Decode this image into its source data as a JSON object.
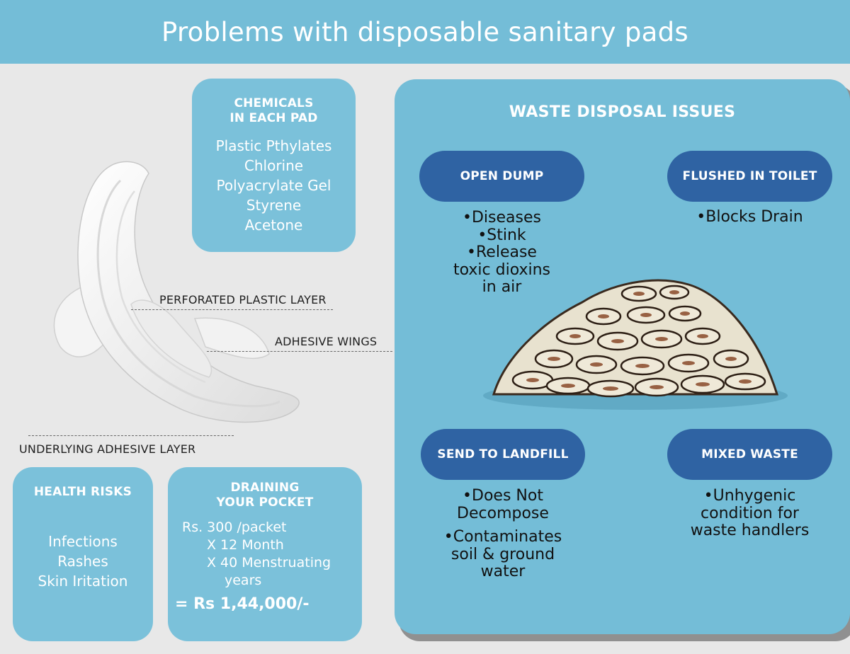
{
  "page": {
    "title": "Problems with disposable sanitary pads"
  },
  "chemicals": {
    "title_line1": "CHEMICALS",
    "title_line2": "IN EACH PAD",
    "items": [
      "Plastic Pthylates",
      "Chlorine",
      "Polyacrylate Gel",
      "Styrene",
      "Acetone"
    ]
  },
  "pad_labels": {
    "perforated": "PERFORATED PLASTIC LAYER",
    "wings": "ADHESIVE WINGS",
    "underlying": "UNDERLYING ADHESIVE LAYER"
  },
  "health": {
    "title": "HEALTH RISKS",
    "items": [
      "Infections",
      "Rashes",
      "Skin Iritation"
    ]
  },
  "pocket": {
    "title_line1": "DRAINING",
    "title_line2": "YOUR POCKET",
    "line1": "Rs. 300 /packet",
    "line2": "X 12 Month",
    "line3": "X 40 Menstruating",
    "line4": "years",
    "total": "= Rs 1,44,000/-"
  },
  "waste": {
    "title": "WASTE DISPOSAL ISSUES",
    "open_dump": {
      "label": "OPEN DUMP",
      "lines": [
        "•Diseases",
        "•Stink",
        "•Release",
        "toxic dioxins",
        "in air"
      ]
    },
    "flushed": {
      "label": "FLUSHED IN TOILET",
      "lines": [
        "•Blocks Drain"
      ]
    },
    "landfill": {
      "label": "SEND TO LANDFILL",
      "lines": [
        "•Does Not",
        "Decompose",
        "•Contaminates",
        "soil & ground",
        "water"
      ]
    },
    "mixed": {
      "label": "MIXED WASTE",
      "lines": [
        "•Unhygenic",
        "condition for",
        "waste handlers"
      ]
    }
  },
  "colors": {
    "header_bg": "#74bdd7",
    "card_bg": "#7bc1da",
    "pill_bg": "#2f63a3",
    "page_bg": "#e8e8e8"
  }
}
